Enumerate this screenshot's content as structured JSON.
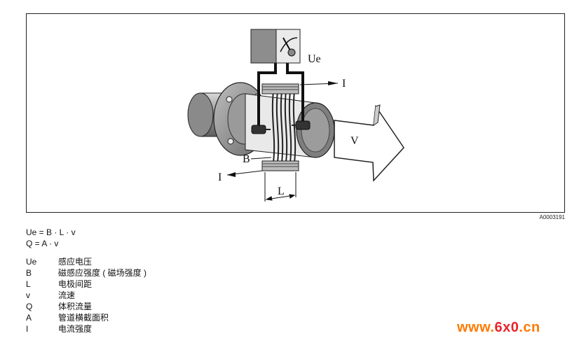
{
  "figure": {
    "label_ue": "Ue",
    "label_i_top": "I",
    "label_i_bottom": "I",
    "label_b": "B",
    "label_l": "L",
    "label_v": "V",
    "figure_id": "A0003191"
  },
  "formulas": {
    "line1": "Ue = B · L · v",
    "line2": "Q = A · v"
  },
  "legend": [
    {
      "symbol": "Ue",
      "desc": "感应电压"
    },
    {
      "symbol": "B",
      "desc": "磁感应强度 ( 磁场强度 )"
    },
    {
      "symbol": "L",
      "desc": "电极间距"
    },
    {
      "symbol": "v",
      "desc": "流速"
    },
    {
      "symbol": "Q",
      "desc": "体积流量"
    },
    {
      "symbol": "A",
      "desc": "管道横截面积"
    },
    {
      "symbol": "I",
      "desc": "电流强度"
    }
  ],
  "watermark": {
    "pre": "www.",
    "mid": "6x0",
    "post": ".cn"
  }
}
